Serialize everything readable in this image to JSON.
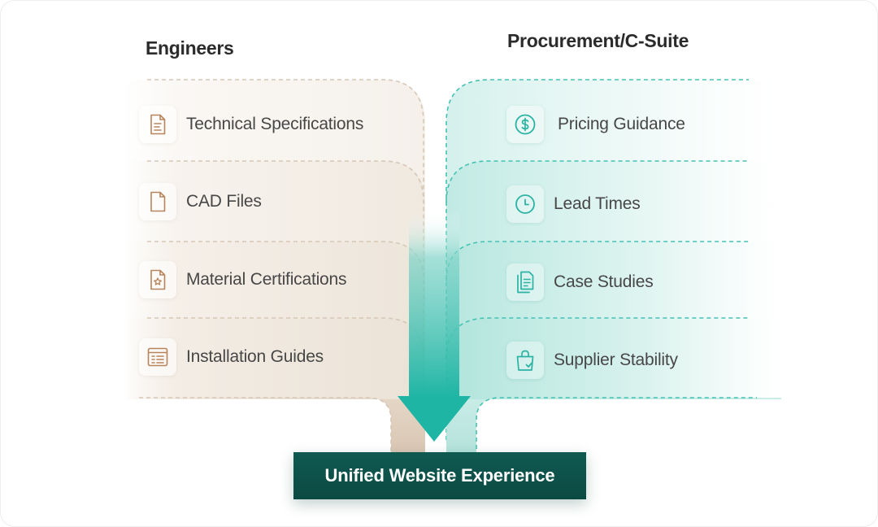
{
  "headings": {
    "engineers": "Engineers",
    "procurement": "Procurement/C-Suite"
  },
  "engineers": [
    {
      "label": "Technical Specifications",
      "icon": "document-lines-icon"
    },
    {
      "label": "CAD Files",
      "icon": "blank-file-icon"
    },
    {
      "label": "Material Certifications",
      "icon": "certificate-star-icon"
    },
    {
      "label": "Installation Guides",
      "icon": "guide-list-icon"
    }
  ],
  "procurement": [
    {
      "label": "Pricing Guidance",
      "icon": "dollar-circle-icon"
    },
    {
      "label": "Lead Times",
      "icon": "clock-icon"
    },
    {
      "label": "Case Studies",
      "icon": "documents-icon"
    },
    {
      "label": "Supplier Stability",
      "icon": "shopping-bag-check-icon"
    }
  ],
  "output": {
    "label": "Unified Website Experience"
  },
  "colors": {
    "engineer_tint": "#e8ddd0",
    "engineer_icon": "#b8845c",
    "procurement_tint": "#c9ece6",
    "procurement_icon": "#2bb3a3",
    "arrow": "#27b8a8",
    "output_bg": "#0d5249"
  }
}
